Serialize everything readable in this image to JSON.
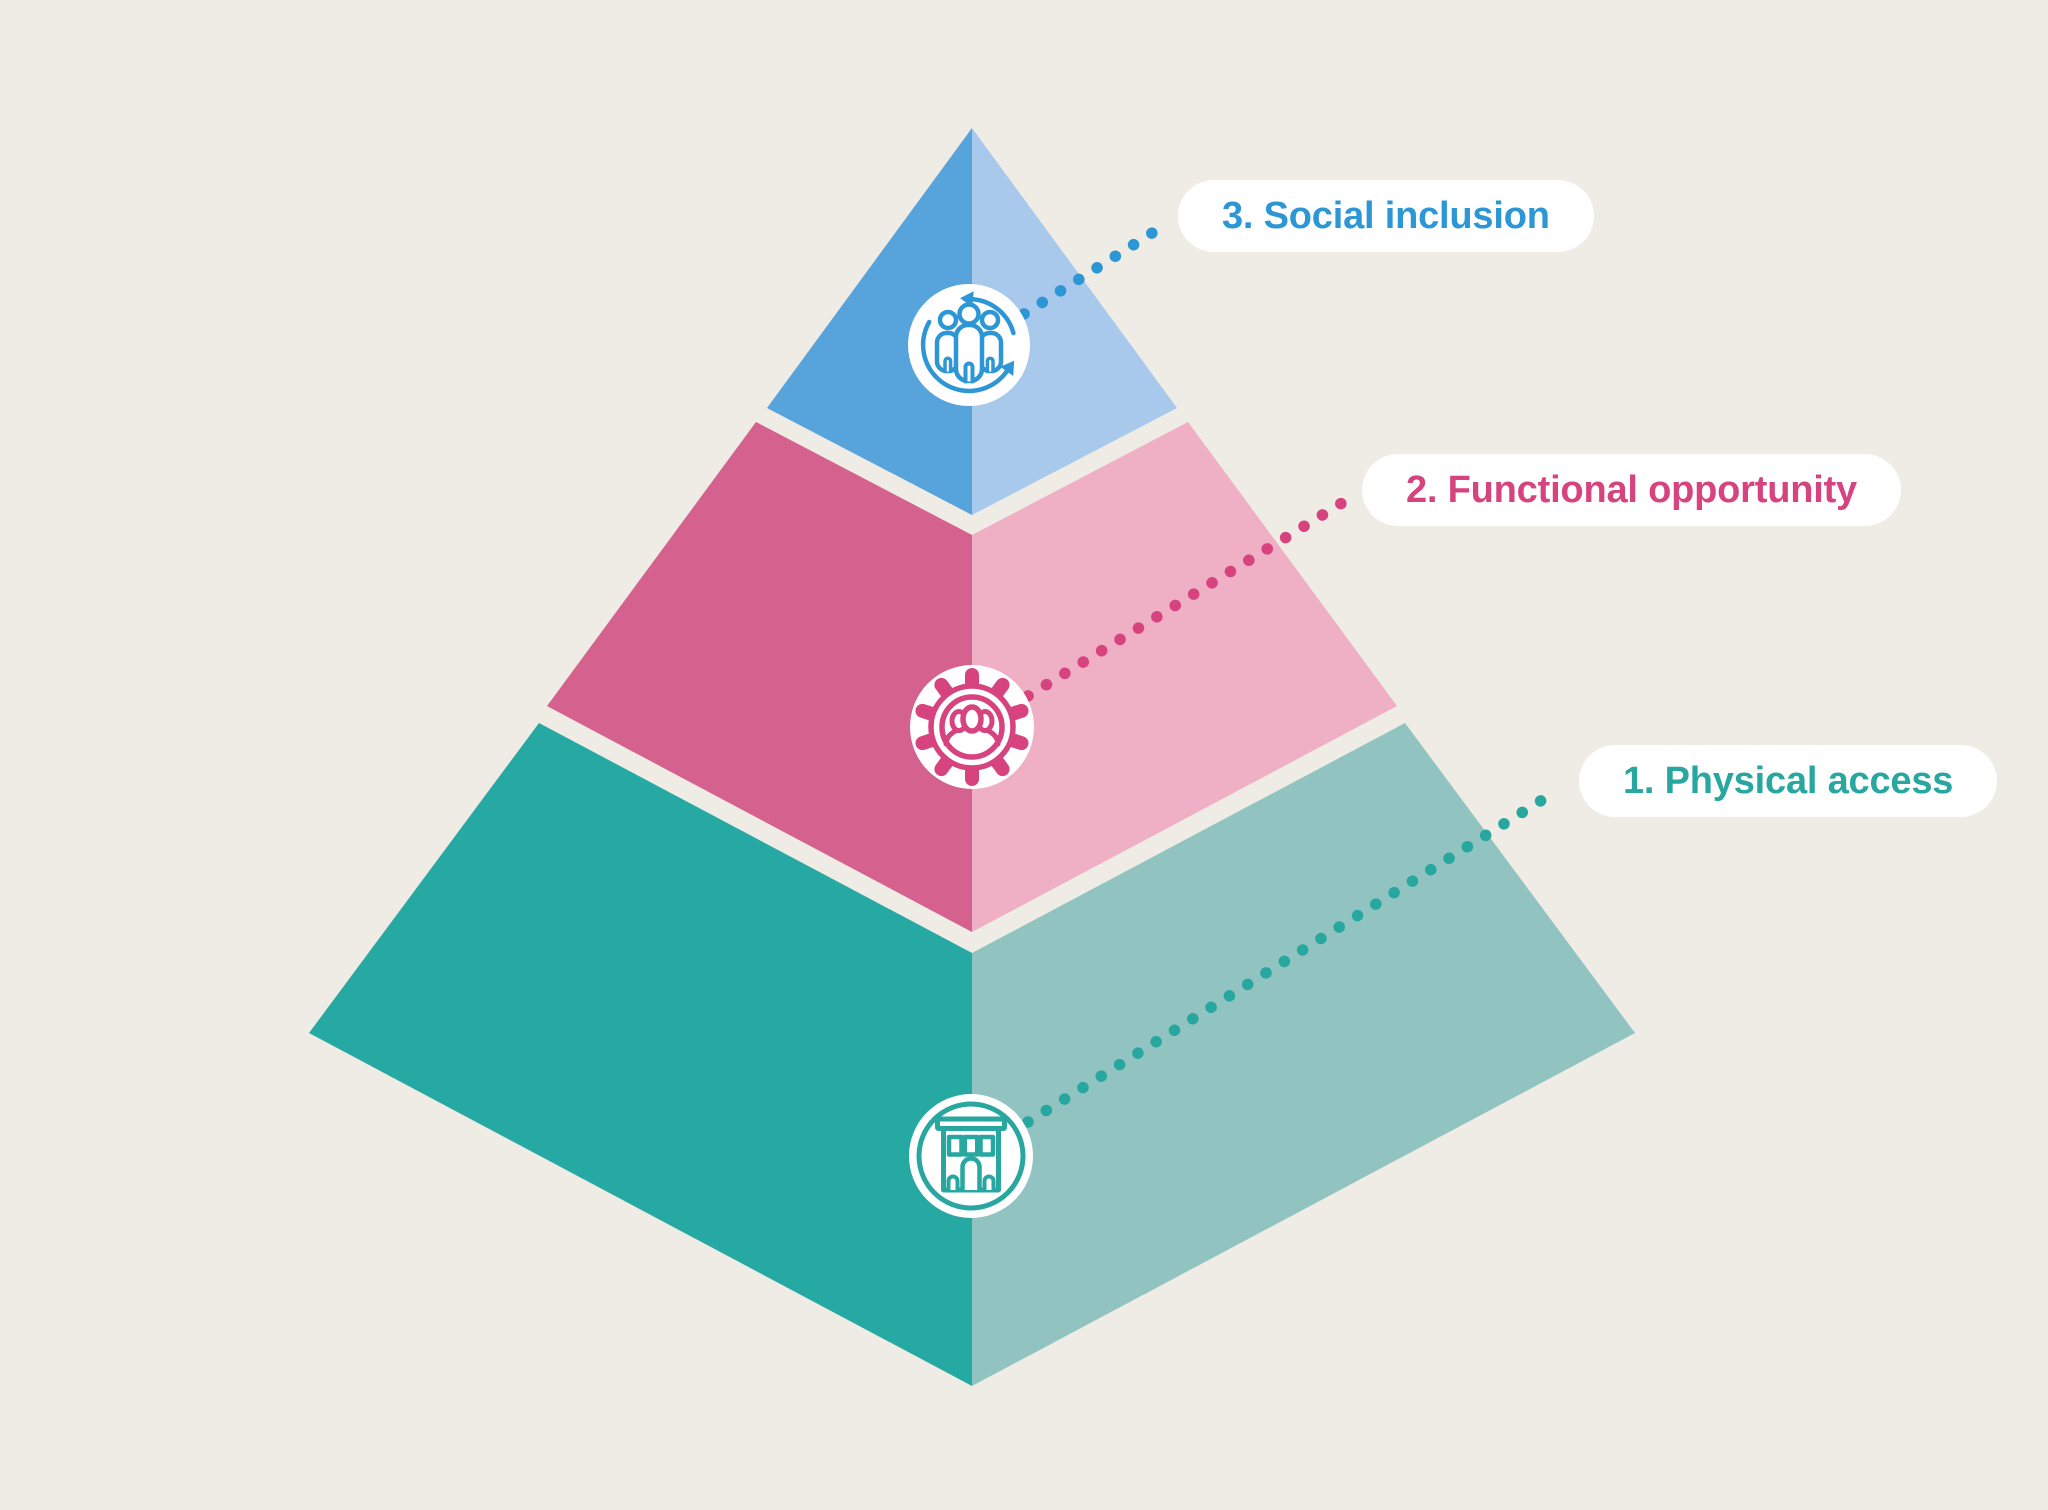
{
  "background_color": "#EFEBE5",
  "pill_background": "#FFFFFF",
  "diagram": {
    "type": "pyramid-3-levels",
    "levels": [
      {
        "rank": "1",
        "label": "1. Physical access",
        "icon": "building-icon",
        "side_dark": "#27A9A3",
        "side_light": "#91C4C0",
        "accent": "#28A7A1"
      },
      {
        "rank": "2",
        "label": "2. Functional opportunity",
        "icon": "gear-people-icon",
        "side_dark": "#D4618E",
        "side_light": "#EFAFC5",
        "accent": "#D6437F"
      },
      {
        "rank": "3",
        "label": "3. Social inclusion",
        "icon": "people-sync-icon",
        "side_dark": "#57A3DC",
        "side_light": "#A9C9EC",
        "accent": "#2D96D5"
      }
    ]
  }
}
